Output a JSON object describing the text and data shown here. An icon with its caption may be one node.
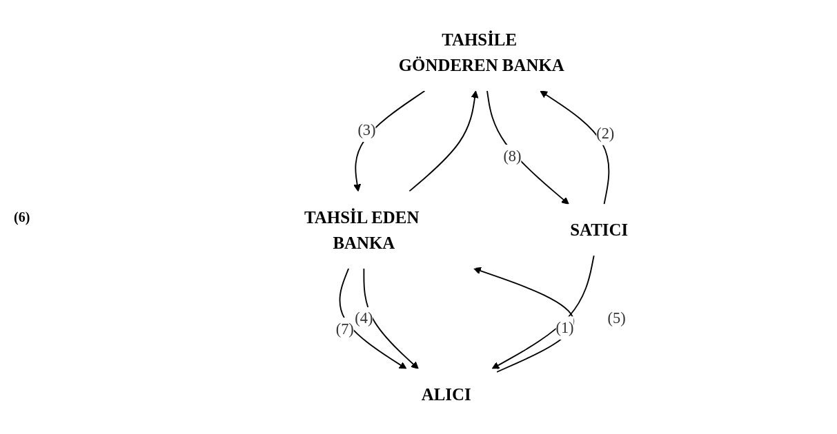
{
  "diagram": {
    "nodes": [
      {
        "text": [
          "TAHSİLE GÖNDEREN BANKA"
        ]
      },
      {
        "text": [
          "TAHSİL EDEN BANKA"
        ]
      },
      {
        "text": [
          "SATICI"
        ]
      },
      {
        "text": [
          "ALICI"
        ]
      }
    ],
    "edges": [
      {
        "from": 0,
        "to": 1,
        "arrow": "to",
        "label": "(3)"
      },
      {
        "from": 1,
        "to": 0,
        "arrow": "to"
      },
      {
        "from": 0,
        "to": 2,
        "arrow": "to",
        "label": "(8)"
      },
      {
        "from": 2,
        "to": 0,
        "arrow": "to",
        "label": "(2)"
      },
      {
        "from": 1,
        "to": 3,
        "arrow": "to",
        "label": "(7)"
      },
      {
        "from": 3,
        "to": 1,
        "arrow": "to",
        "label": "(5)"
      },
      {
        "from": 1,
        "to": 3,
        "arrow": "to",
        "label": "(4)"
      },
      {
        "from": 2,
        "to": 3,
        "arrow": "to",
        "label": "(1)"
      }
    ],
    "labels": [
      "(6)"
    ]
  }
}
